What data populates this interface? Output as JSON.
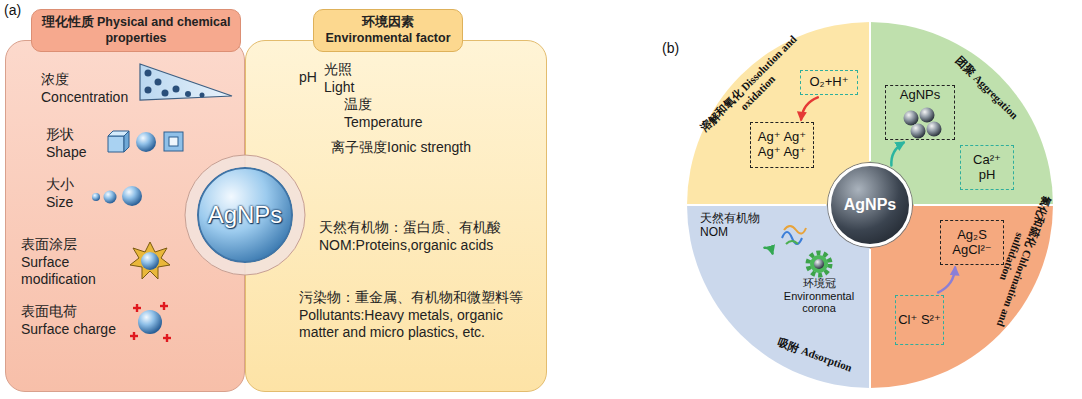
{
  "diagram": {
    "nodes": [
      {
        "text": [
          "理化性质 Physical and chemical properties",
          "浓度 Concentration",
          "形状 Shape",
          "大小 Size",
          "表面涂层 Surface modification",
          "表面电荷 Surface charge"
        ]
      },
      {
        "text": [
          "环境因素 Environmental factor",
          "pH",
          "光照 Light",
          "温度 Temperature",
          "离子强度Ionic strength",
          "天然有机物：蛋白质、有机酸 NOM:Proteins,organic acids",
          "污染物：重金属、有机物和微塑料等 Pollutants:Heavy metals, organic matter and micro plastics, etc."
        ]
      },
      {
        "text": [
          "AgNPs"
        ]
      },
      {
        "text": [
          "溶解和氧化 Dissolution and oxidation"
        ]
      },
      {
        "text": [
          "O₂+H⁺"
        ],
        "in": 3
      },
      {
        "text": [
          "Ag⁺ Ag⁺ Ag⁺ Ag⁺"
        ],
        "in": 3
      },
      {
        "text": [
          "团聚 Aggregation"
        ]
      },
      {
        "text": [
          "AgNPs"
        ],
        "in": 6
      },
      {
        "text": [
          "Ca²⁺ pH"
        ],
        "in": 6
      },
      {
        "text": [
          "氯化和硫化 Chlorination and sulfidation"
        ]
      },
      {
        "text": [
          "Ag₂S AgCl²⁻"
        ],
        "in": 9
      },
      {
        "text": [
          "Cl⁺ S²⁺"
        ],
        "in": 9
      },
      {
        "text": [
          "吸附 Adsorption"
        ]
      },
      {
        "text": [
          "天然有机物 NOM"
        ],
        "in": 12
      },
      {
        "text": [
          "环境冠 Environmental corona"
        ],
        "in": 12
      },
      {
        "text": [
          "AgNPs"
        ]
      }
    ],
    "edges": [
      {
        "from": 4,
        "to": 5,
        "arrow": "to"
      },
      {
        "from": 15,
        "to": 7,
        "arrow": "to"
      },
      {
        "from": 11,
        "to": 10,
        "arrow": "to"
      },
      {
        "from": 13,
        "to": 14,
        "arrow": "to"
      }
    ],
    "labels": [
      "(a)",
      "(b)"
    ]
  }
}
